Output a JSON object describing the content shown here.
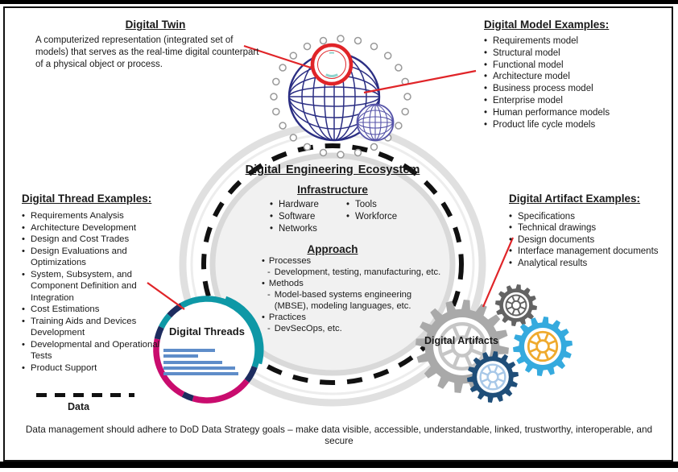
{
  "digital_twin": {
    "title": "Digital Twin",
    "description": "A computerized representation (integrated set of models) that serves as the real-time digital counterpart of a physical object or process."
  },
  "digital_model_examples": {
    "title": "Digital Model Examples:",
    "items": [
      "Requirements model",
      "Structural model",
      "Functional model",
      "Architecture model",
      "Business process model",
      "Enterprise model",
      "Human performance models",
      "Product life cycle models"
    ]
  },
  "digital_thread_examples": {
    "title": "Digital Thread Examples:",
    "items": [
      "Requirements Analysis",
      "Architecture Development",
      "Design and Cost Trades",
      "Design Evaluations and Optimizations",
      "System, Subsystem, and Component Definition and Integration",
      "Cost Estimations",
      "Training Aids and Devices Development",
      "Developmental and Operational Tests",
      "Product Support"
    ]
  },
  "digital_artifact_examples": {
    "title": "Digital Artifact Examples:",
    "items": [
      "Specifications",
      "Technical drawings",
      "Design documents",
      "Interface management documents",
      "Analytical results"
    ]
  },
  "ecosystem": {
    "title": "Digital Engineering Ecosystem",
    "infrastructure": {
      "title": "Infrastructure",
      "col1": [
        "Hardware",
        "Software",
        "Networks"
      ],
      "col2": [
        "Tools",
        "Workforce"
      ]
    },
    "approach": {
      "title": "Approach",
      "items": [
        {
          "label": "Processes",
          "subs": [
            "Development,  testing, manufacturing, etc."
          ]
        },
        {
          "label": "Methods",
          "subs": [
            "Model-based systems engineering (MBSE), modeling languages, etc."
          ]
        },
        {
          "label": "Practices",
          "subs": [
            "DevSecOps, etc."
          ]
        }
      ]
    }
  },
  "labels": {
    "digital_threads": "Digital Threads",
    "digital_artifacts": "Digital Artifacts",
    "data_legend": "Data"
  },
  "footer": {
    "note": "Data management should adhere to DoD Data Strategy goals – make data visible, accessible, understandable, linked, trustworthy, interoperable, and secure"
  },
  "colors": {
    "red_callout": "#e02428",
    "globe_blue": "#2b2e83",
    "globe_blue_light": "#5553a8",
    "ring_gray": "#e0e0e0",
    "inner_disc": "#f1f1f1",
    "dash_black": "#111111",
    "teal": "#0e98a6",
    "teal_light": "#8fd4ce",
    "magenta": "#c90c6e",
    "navy": "#1d2c5f",
    "thread_bar_blue": "#5f8dc9",
    "gear_gray": "#a9a9a9",
    "gear_gray_wheel": "#c6c6c6",
    "gear_dark_gray": "#636363",
    "gear_cyan": "#35aade",
    "gear_yellow": "#efaa2e",
    "gear_navy": "#1f4e79",
    "gear_light_blue": "#a8c8e8",
    "dot_ring_gray": "#999999"
  }
}
